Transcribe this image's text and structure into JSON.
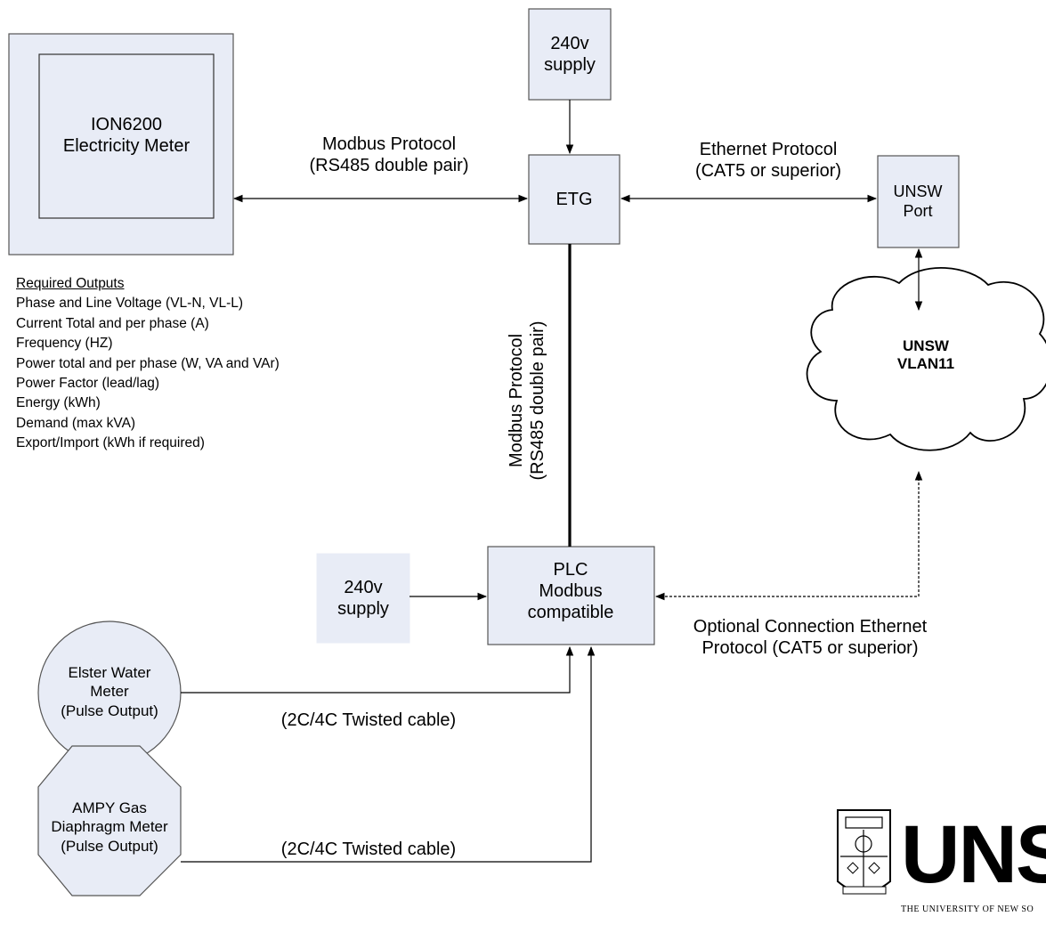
{
  "diagram": {
    "meter_box": {
      "line1": "ION6200",
      "line2": "Electricity Meter"
    },
    "supply_top": {
      "line1": "240v",
      "line2": "supply"
    },
    "supply_left": {
      "line1": "240v",
      "line2": "supply"
    },
    "etg": {
      "label": "ETG"
    },
    "unsw_port": {
      "line1": "UNSW",
      "line2": "Port"
    },
    "cloud": {
      "line1": "UNSW",
      "line2": "VLAN11"
    },
    "plc": {
      "line1": "PLC",
      "line2": "Modbus",
      "line3": "compatible"
    },
    "water_meter": {
      "line1": "Elster Water",
      "line2": "Meter",
      "line3": "(Pulse Output)"
    },
    "gas_meter": {
      "line1": "AMPY Gas",
      "line2": "Diaphragm Meter",
      "line3": "(Pulse Output)"
    },
    "links": {
      "modbus_top": {
        "line1": "Modbus Protocol",
        "line2": "(RS485 double pair)"
      },
      "ethernet": {
        "line1": "Ethernet Protocol",
        "line2": "(CAT5 or superior)"
      },
      "modbus_vertical": {
        "line1": "Modbus Protocol",
        "line2": "(RS485 double pair)"
      },
      "optional": {
        "line1": "Optional Connection Ethernet",
        "line2": "Protocol (CAT5 or superior)"
      },
      "twisted_water": "(2C/4C Twisted cable)",
      "twisted_gas": "(2C/4C Twisted cable)"
    },
    "required_outputs": {
      "heading": "Required Outputs",
      "items": [
        "Phase and Line Voltage (VL-N, VL-L)",
        "Current Total and per phase (A)",
        "Frequency (HZ)",
        "Power total and per phase (W, VA and VAr)",
        "Power Factor (lead/lag)",
        "Energy (kWh)",
        "Demand (max kVA)",
        "Export/Import (kWh if required)"
      ]
    },
    "logo": {
      "text": "UNSW",
      "subtitle": "THE UNIVERSITY OF NEW SO"
    },
    "colors": {
      "box_fill": "#e8ecf6",
      "stroke": "#555555",
      "line": "#000000"
    }
  }
}
